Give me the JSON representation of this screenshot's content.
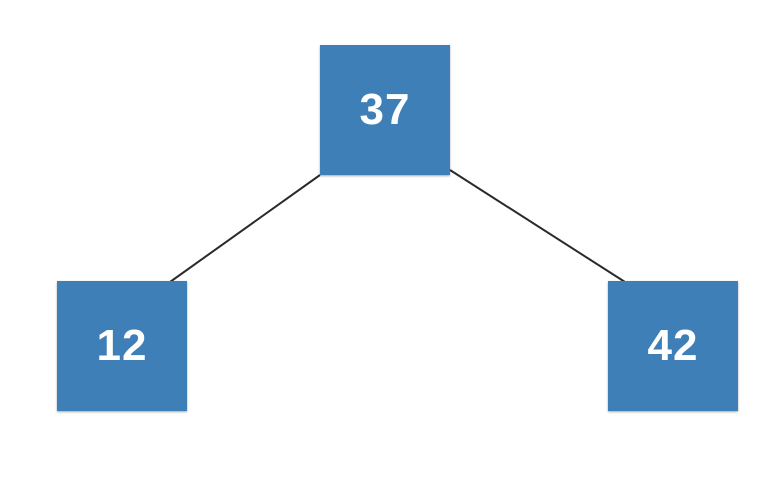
{
  "tree": {
    "root": {
      "label": "37"
    },
    "left": {
      "label": "12"
    },
    "right": {
      "label": "42"
    }
  },
  "colors": {
    "node_fill": "#3d7fb6",
    "node_text": "#ffffff",
    "edge": "#2a2a2a",
    "background": "#ffffff"
  }
}
